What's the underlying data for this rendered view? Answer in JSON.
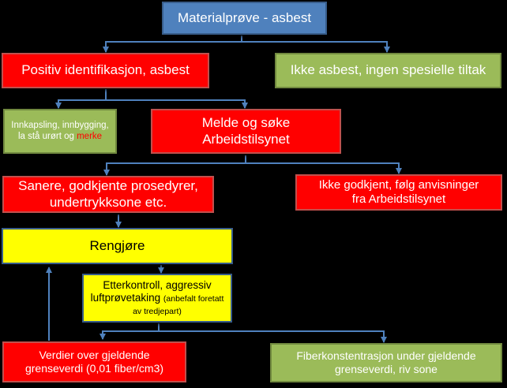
{
  "nodes": {
    "material": "Materialprøve - asbest",
    "positive": "Positiv identifikasjon, asbest",
    "not_asbestos": "Ikke asbest, ingen spesielle tiltak",
    "encapsulate": "Innkapsling, innbygging, la stå urørt og",
    "encapsulate_mark": "merke",
    "report_line1": "Melde og søke",
    "report_line2": "Arbeidstilsynet",
    "remediate_line1": "Sanere, godkjente prosedyrer,",
    "remediate_line2": "undertrykksone etc.",
    "not_approved_line1": "Ikke godkjent, følg anvisninger",
    "not_approved_line2": "fra Arbeidstilsynet",
    "clean": "Rengjøre",
    "followup_main": "Etterkontroll, aggressiv luftprøvetaking",
    "followup_note": "(anbefalt foretatt av tredjepart)",
    "above_limit": "Verdier over gjeldende grenseverdi (0,01 fiber/cm3)",
    "below_limit": "Fiberkonstentrasjon under gjeldende grenseverdi, riv sone"
  },
  "colors": {
    "background": "#000000",
    "blue": "#4f81bd",
    "red": "#ff0000",
    "green": "#9bbb59",
    "yellow": "#ffff00",
    "connector": "#4f81bd"
  }
}
